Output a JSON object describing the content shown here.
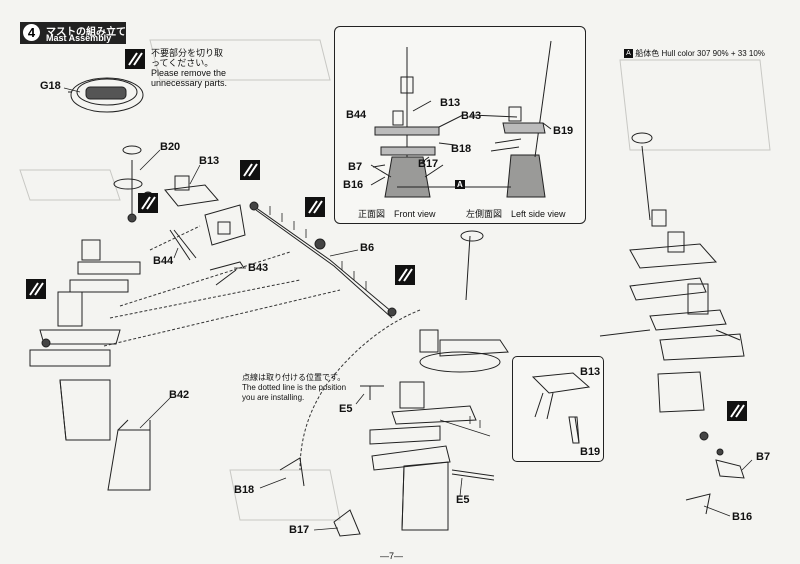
{
  "step": {
    "number": "4",
    "title_jp": "マストの組み立て",
    "title_en": "Mast Assembly"
  },
  "notes": {
    "remove_jp_1": "不要部分を切り取",
    "remove_jp_2": "ってください。",
    "remove_en_1": "Please remove the",
    "remove_en_2": "unnecessary parts.",
    "dotted_jp": "点線は取り付ける位置です。",
    "dotted_en_1": "The dotted line is the position",
    "dotted_en_2": "you are installing."
  },
  "views": {
    "front": "正面図　Front view",
    "side": "左側面図　Left side view"
  },
  "color_note": {
    "box": "A",
    "jp": "船体色",
    "en": "Hull color",
    "formula": "307 90% + 33 10%"
  },
  "parts": {
    "g18": "G18",
    "b20": "B20",
    "b13": "B13",
    "b44": "B44",
    "b43": "B43",
    "b6": "B6",
    "b42": "B42",
    "e5a": "E5",
    "e5b": "E5",
    "b18": "B18",
    "b17": "B17",
    "b13b": "B13",
    "b19": "B19",
    "b7": "B7",
    "b16": "B16",
    "inset_b44": "B44",
    "inset_b13": "B13",
    "inset_b43": "B43",
    "inset_b18": "B18",
    "inset_b17": "B17",
    "inset_b7": "B7",
    "inset_b16": "B16",
    "inset_b19": "B19",
    "marker_a": "A"
  },
  "page_number": "—7—",
  "colors": {
    "ink": "#111111",
    "paper": "#f4f4f1"
  }
}
